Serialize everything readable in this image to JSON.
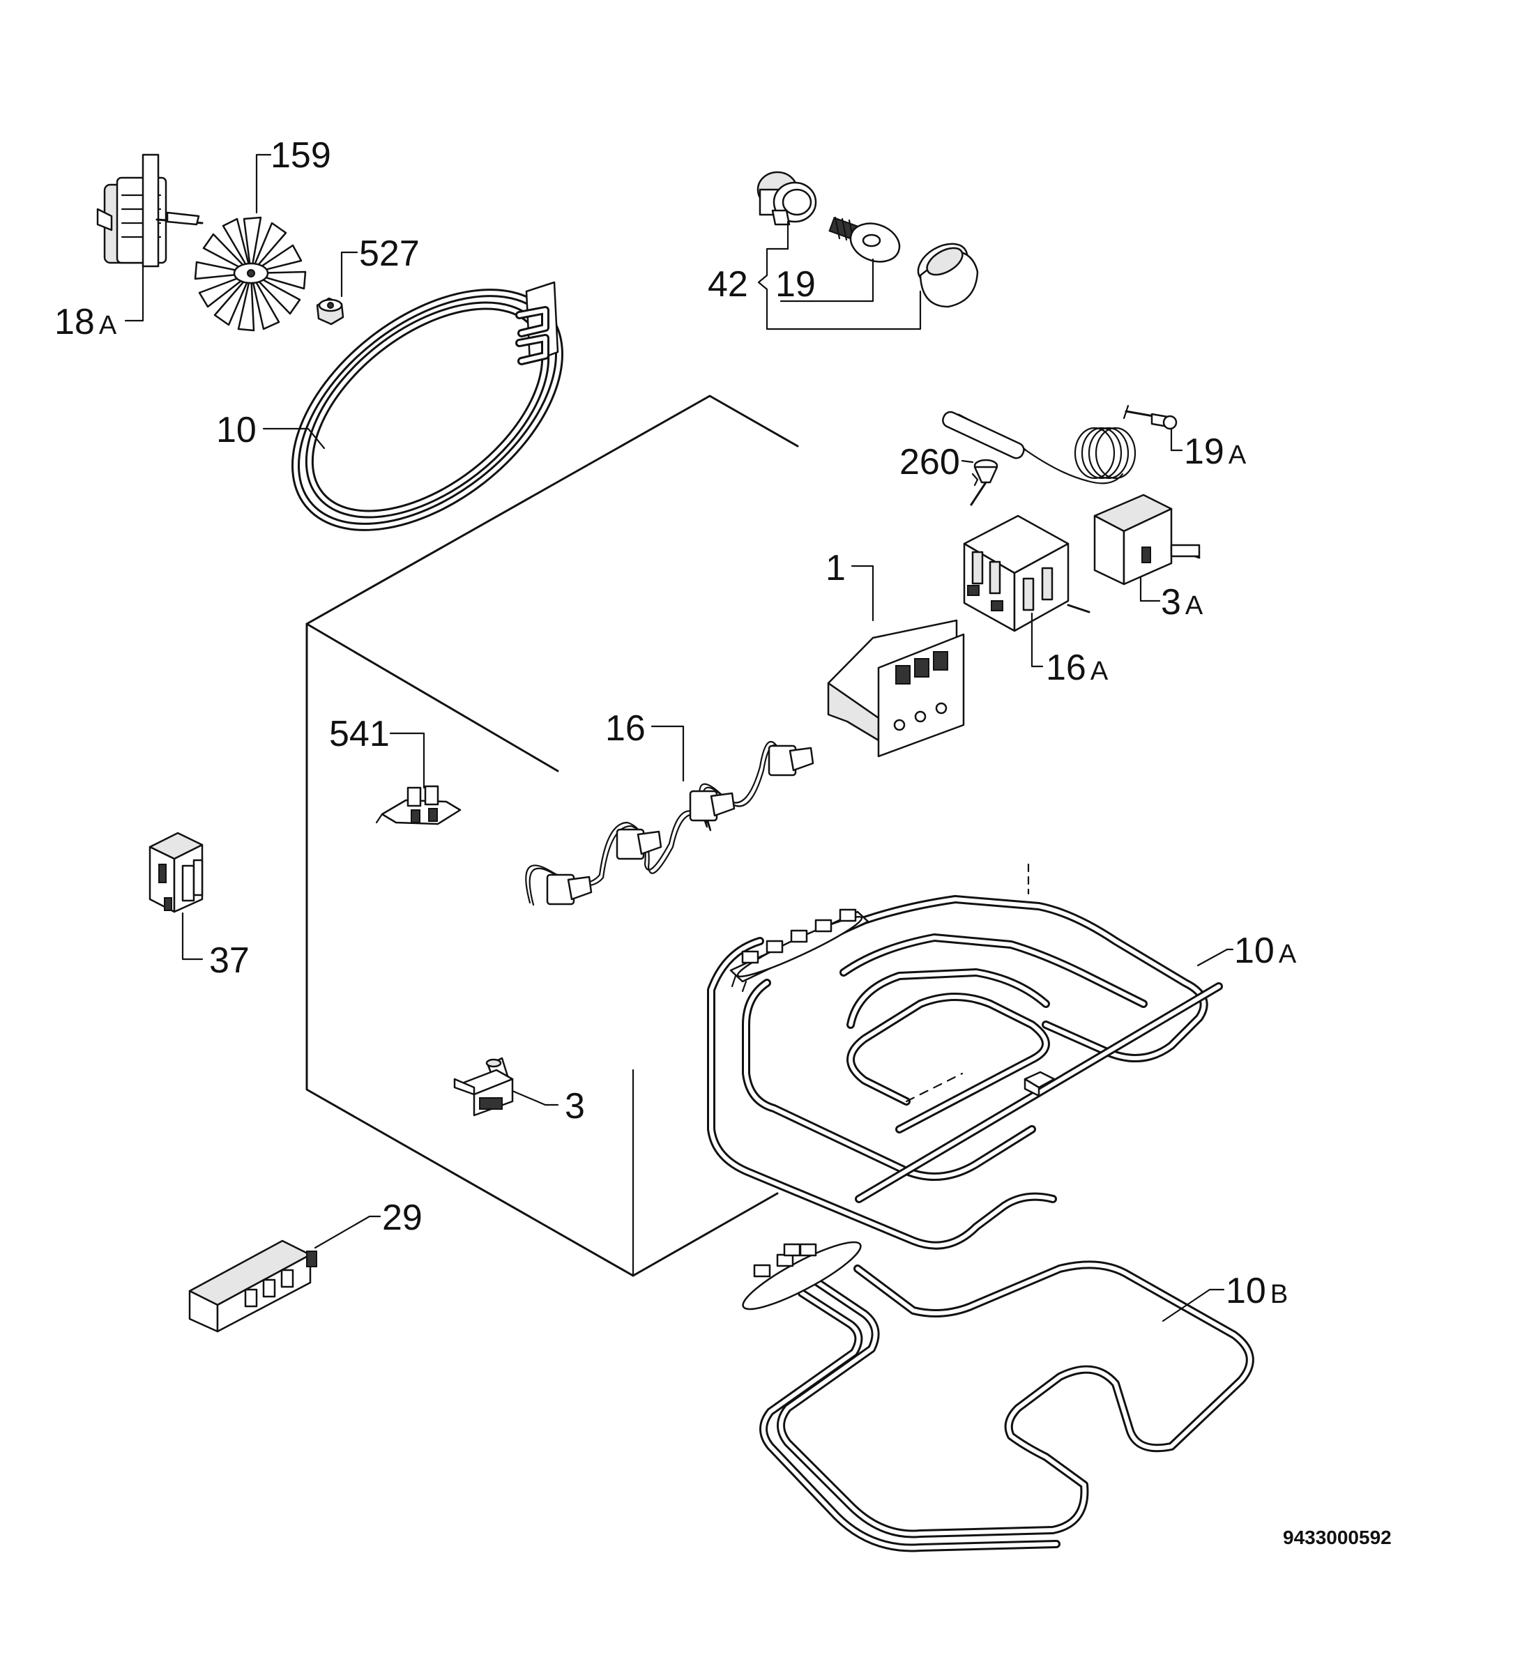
{
  "parts": [
    {
      "id": "fan_motor",
      "label": "18",
      "suffix": "A",
      "icon": "fan-motor-icon"
    },
    {
      "id": "fan_blade",
      "label": "159",
      "icon": "fan-blade-icon"
    },
    {
      "id": "nut",
      "label": "527",
      "icon": "nut-icon"
    },
    {
      "id": "circular_element",
      "label": "10",
      "icon": "circular-heating-element-icon"
    },
    {
      "id": "lamp_assembly",
      "label": "42",
      "icon": "lamp-assembly-icon"
    },
    {
      "id": "lamp_bulb",
      "label": "19",
      "icon": "lamp-bulb-icon"
    },
    {
      "id": "terminal",
      "label": "19",
      "suffix": "A",
      "icon": "terminal-icon"
    },
    {
      "id": "screw",
      "label": "260",
      "icon": "screw-icon"
    },
    {
      "id": "thermostat",
      "label": "3",
      "suffix": "A",
      "icon": "thermostat-icon"
    },
    {
      "id": "timer",
      "label": "1",
      "icon": "digital-timer-icon"
    },
    {
      "id": "selector_switch",
      "label": "16",
      "suffix": "A",
      "icon": "selector-switch-icon"
    },
    {
      "id": "indicator_lights",
      "label": "16",
      "icon": "indicator-lights-icon"
    },
    {
      "id": "connector",
      "label": "541",
      "icon": "connector-icon"
    },
    {
      "id": "door_switch",
      "label": "37",
      "icon": "door-switch-icon"
    },
    {
      "id": "safety_thermostat",
      "label": "3",
      "icon": "safety-thermostat-icon"
    },
    {
      "id": "grill_element",
      "label": "10",
      "suffix": "A",
      "icon": "grill-element-icon"
    },
    {
      "id": "bottom_element",
      "label": "10",
      "suffix": "B",
      "icon": "bottom-element-icon"
    },
    {
      "id": "terminal_block",
      "label": "29",
      "icon": "terminal-block-icon"
    }
  ],
  "document_id": "9433000592"
}
